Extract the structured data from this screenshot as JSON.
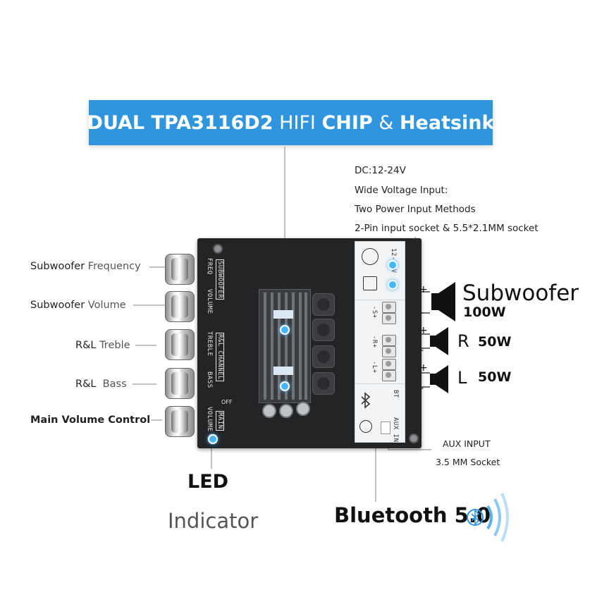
{
  "banner": {
    "part1": "DUAL TPA3116D2",
    "part2": " HIFI ",
    "part3": "CHIP",
    "part4": " & ",
    "part5": "Heatsink"
  },
  "info": {
    "line1": "DC:12-24V",
    "line2": "Wide Voltage Input:",
    "line3": "Two Power Input Methods",
    "line4": "2-Pin input socket & 5.5*2.1MM socket"
  },
  "controls": {
    "sub_freq": {
      "a": "Subwoofer",
      "b": " Frequency"
    },
    "sub_vol": {
      "a": "Subwoofer",
      "b": " Volume"
    },
    "treble": {
      "a": "R&L",
      "b": " Treble"
    },
    "bass": {
      "a": "R&L",
      "b": "  Bass"
    },
    "main": "Main Volume Control"
  },
  "silk": {
    "subwoofer": "SUBWOOFER",
    "freq": "FREQ",
    "volume": "VOLUME",
    "rl_channel": "R&L CHANNEL",
    "treble": "TREBLE",
    "bass": "BASS",
    "main": "MAIN",
    "main_volume": "VOLUME",
    "off": "OFF",
    "dc": "12-24V",
    "bt": "BT",
    "aux_in": "AUX IN",
    "s_term": "-S+",
    "r_term": "-R+",
    "l_term": "-L+"
  },
  "speakers": {
    "sub_name": "Subwoofer",
    "sub_power": "100W",
    "r_name": "R",
    "r_power": "50W",
    "l_name": "L",
    "l_power": "50W",
    "plus": "+",
    "minus": "-"
  },
  "aux": {
    "line1": "AUX INPUT",
    "line2": "3.5 MM Socket"
  },
  "led": {
    "big": "LED",
    "small": "Indicator"
  },
  "bluetooth": {
    "label": "Bluetooth 5.0"
  },
  "colors": {
    "banner": "#2f95df",
    "board": "#232426",
    "led": "#46b6ff",
    "bt_icon": "#2f95df"
  }
}
